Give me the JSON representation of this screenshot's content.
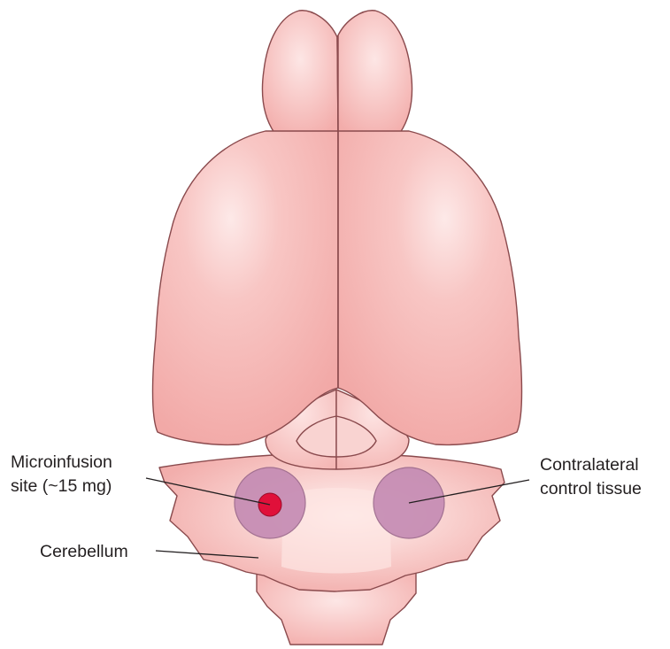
{
  "labels": {
    "microinfusion_line1": "Microinfusion",
    "microinfusion_line2": "site (~15 mg)",
    "contralateral_line1": "Contralateral",
    "contralateral_line2": "control tissue",
    "cerebellum": "Cerebellum"
  },
  "colors": {
    "tissue": "#f4b1ae",
    "tissue_light": "#fbd6d4",
    "outline": "#8a4a4d",
    "sample_region": "#c58cb4",
    "infusion_point": "#e0103a"
  }
}
